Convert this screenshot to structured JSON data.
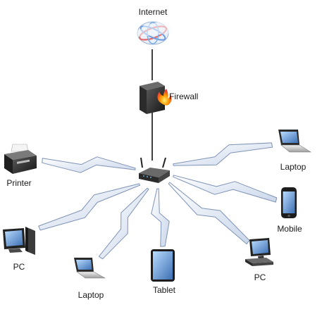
{
  "diagram": {
    "nodes": {
      "internet": {
        "label": "Internet",
        "icon": "cloud-globe-icon"
      },
      "firewall": {
        "label": "Firewall",
        "icon": "firewall-icon"
      },
      "router": {
        "label": "",
        "icon": "wireless-router-icon"
      },
      "printer": {
        "label": "Printer",
        "icon": "printer-icon"
      },
      "laptop_right": {
        "label": "Laptop",
        "icon": "laptop-icon"
      },
      "mobile": {
        "label": "Mobile",
        "icon": "mobile-phone-icon"
      },
      "pc_right": {
        "label": "PC",
        "icon": "desktop-pc-icon"
      },
      "tablet": {
        "label": "Tablet",
        "icon": "tablet-icon"
      },
      "laptop_left": {
        "label": "Laptop",
        "icon": "laptop-icon"
      },
      "pc_left": {
        "label": "PC",
        "icon": "desktop-pc-icon"
      }
    },
    "wired_links": [
      [
        "internet",
        "firewall"
      ],
      [
        "firewall",
        "router"
      ]
    ],
    "wireless_links": [
      [
        "router",
        "printer"
      ],
      [
        "router",
        "laptop_right"
      ],
      [
        "router",
        "mobile"
      ],
      [
        "router",
        "pc_right"
      ],
      [
        "router",
        "tablet"
      ],
      [
        "router",
        "laptop_left"
      ],
      [
        "router",
        "pc_left"
      ]
    ]
  }
}
